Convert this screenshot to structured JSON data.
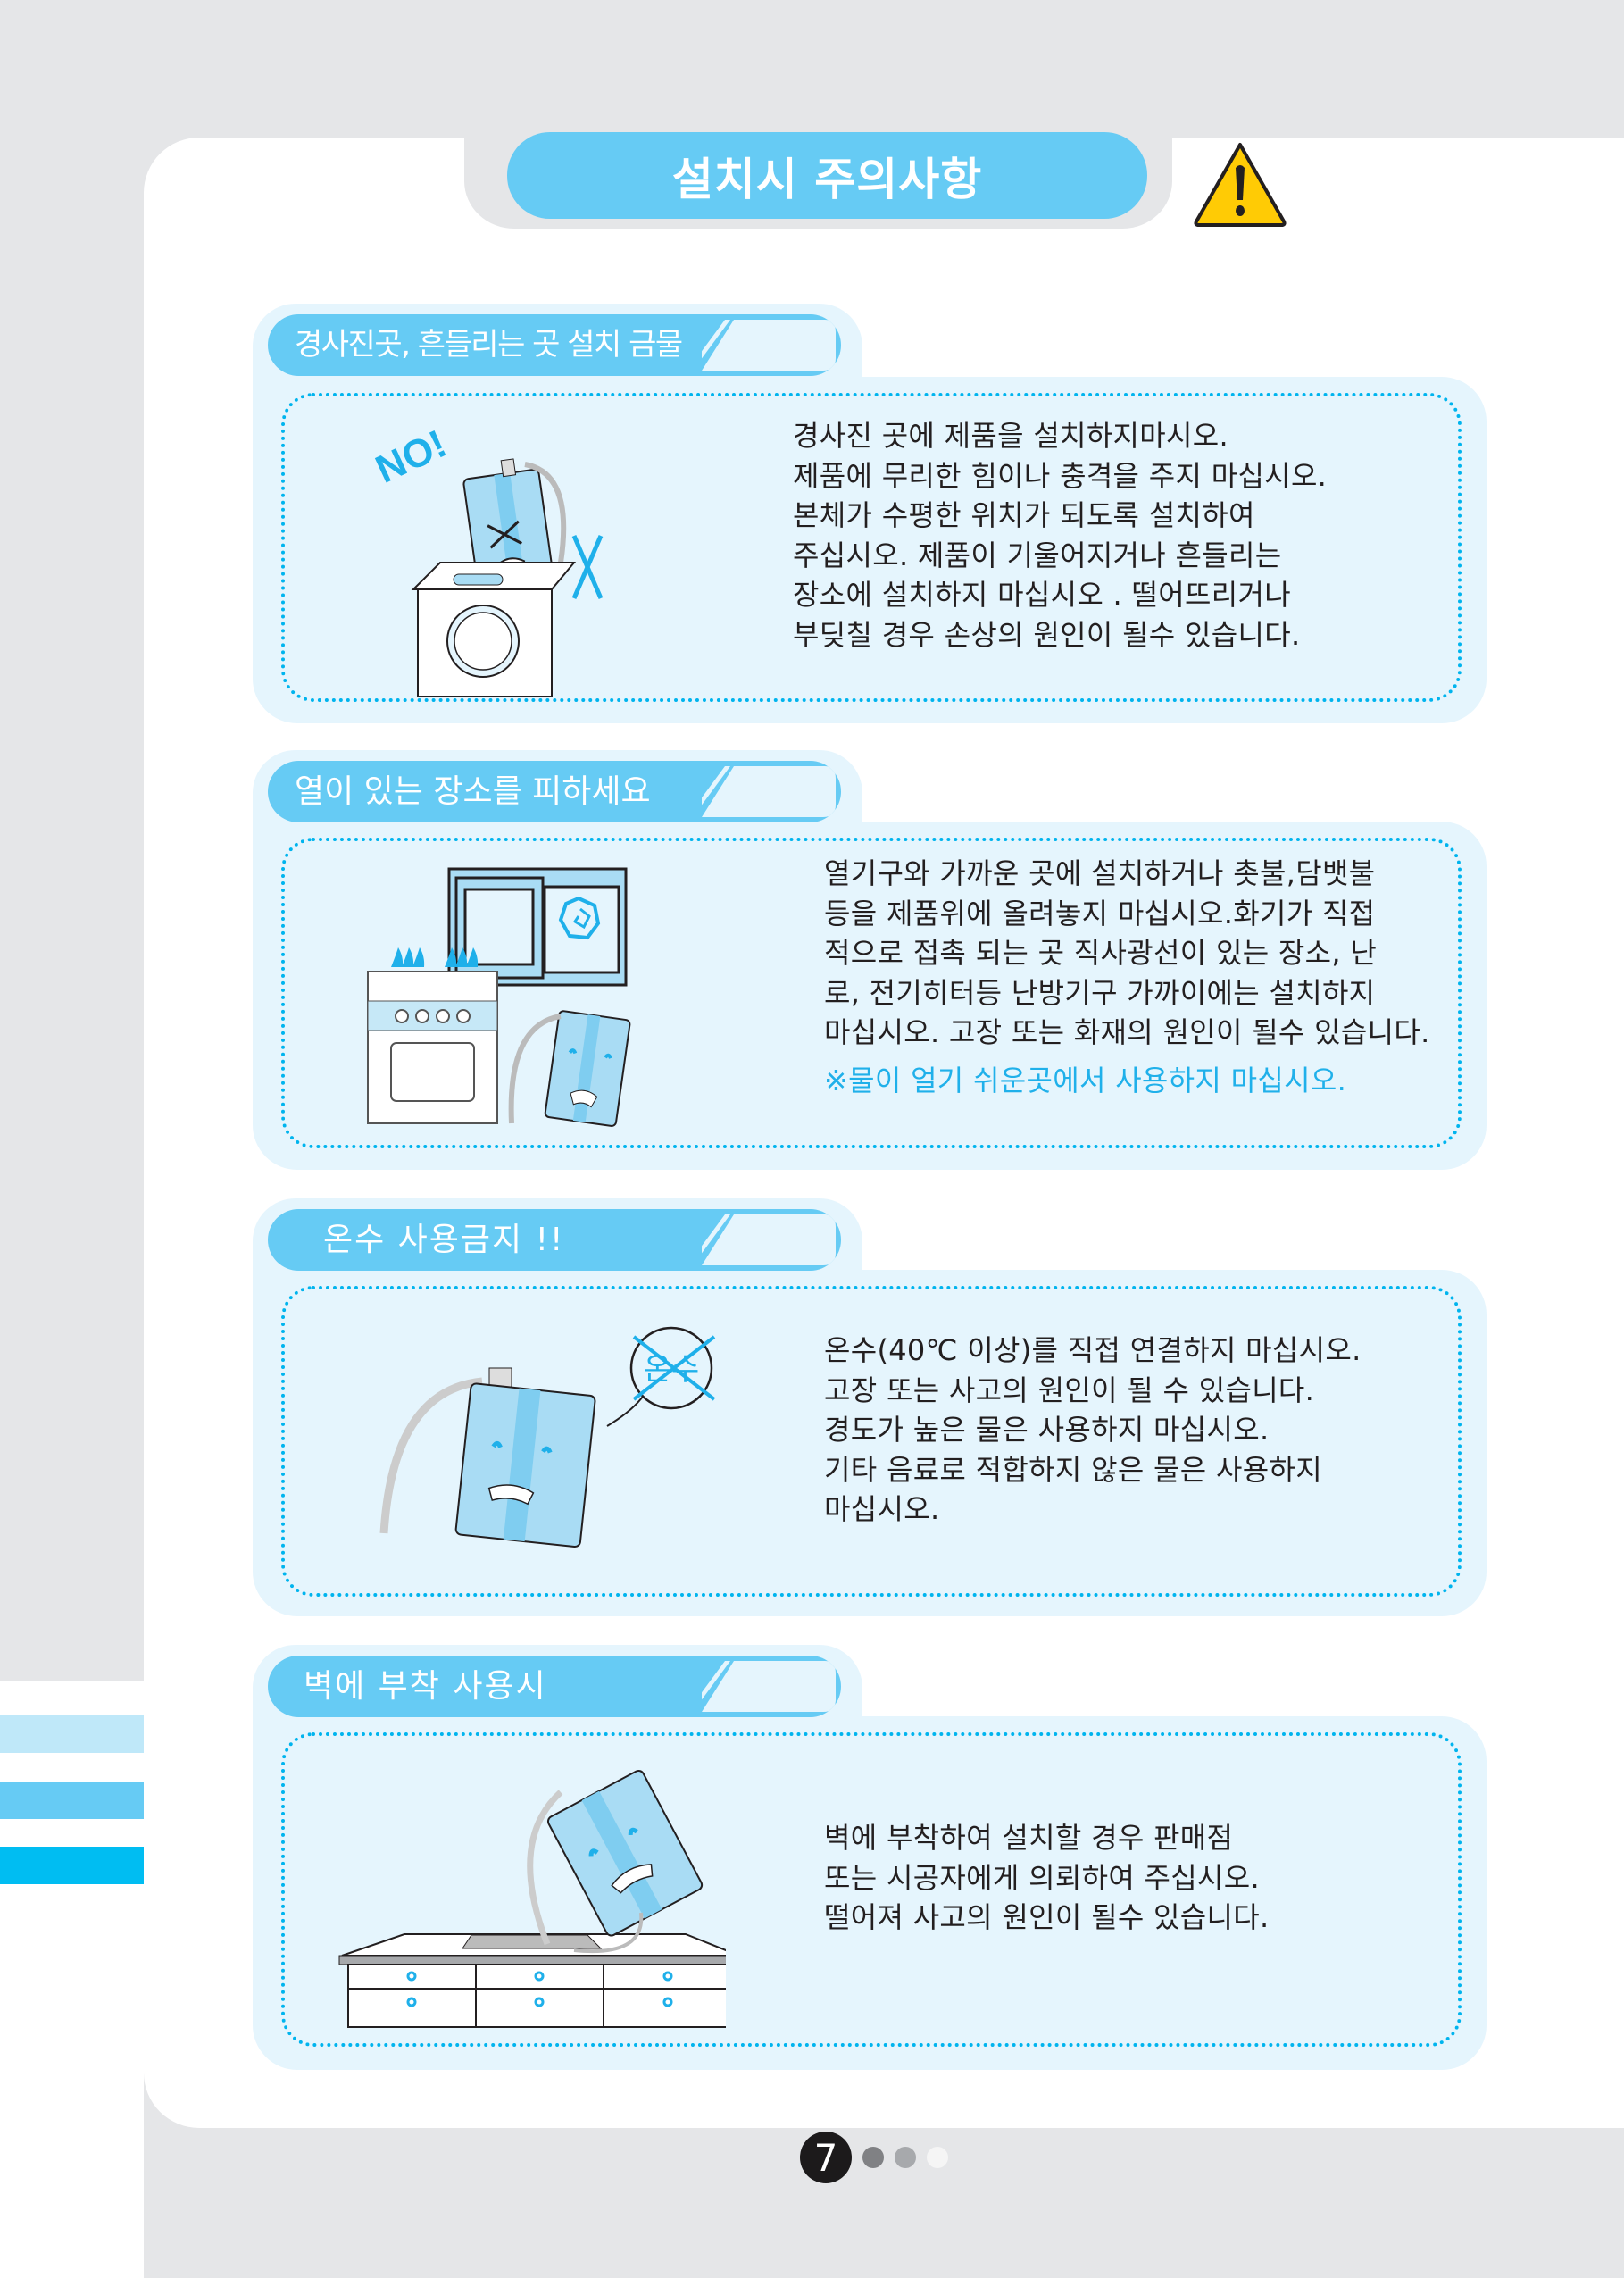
{
  "page": {
    "title": "설치시 주의사항",
    "page_number": "7",
    "pager_dots": [
      "#808184",
      "#a7a9ac",
      "#f5f5f5"
    ],
    "colors": {
      "accent": "#66cbf4",
      "card_bg": "#e5f5fd",
      "dotted_border": "#00b4ee",
      "note": "#1fb0ea",
      "warning_yellow": "#ffcb05",
      "side_strips": [
        "#bfe8f9",
        "#66cbf4",
        "#00bdf2"
      ]
    }
  },
  "icons": {
    "warning": "warning-triangle-icon"
  },
  "sections": [
    {
      "heading": "경사진곳, 흔들리는 곳 설치 금물",
      "illustration": "tilted-purifier-on-washing-machine",
      "illustration_label": "NO!",
      "body": "경사진 곳에 제품을 설치하지마시오.\n제품에 무리한 힘이나 충격을 주지 마십시오.\n본체가 수평한 위치가 되도록 설치하여\n주십시오. 제품이 기울어지거나 흔들리는\n장소에 설치하지 마십시오 . 떨어뜨리거나\n부딪칠 경우 손상의 원인이 될수 있습니다.",
      "note": ""
    },
    {
      "heading": "열이 있는 장소를 피하세요",
      "illustration": "purifier-near-stove-and-sunny-window",
      "body": "열기구와 가까운 곳에 설치하거나 촛불,담뱃불\n등을 제품위에 올려놓지 마십시오.화기가 직접\n적으로 접촉 되는 곳 직사광선이 있는 장소, 난\n로, 전기히터등 난방기구 가까이에는 설치하지\n마십시오. 고장 또는 화재의 원인이 될수 있습니다.",
      "note": "※물이 얼기 쉬운곳에서 사용하지 마십시오."
    },
    {
      "heading": "온수 사용금지 !!",
      "illustration": "purifier-holding-crossed-hot-water-sign",
      "illustration_label": "온수",
      "body": "온수(40℃ 이상)를 직접 연결하지 마십시오.\n고장 또는 사고의 원인이 될 수 있습니다.\n경도가 높은 물은 사용하지 마십시오.\n기타 음료로 적합하지 않은 물은 사용하지\n마십시오.",
      "note": ""
    },
    {
      "heading": "벽에 부착 사용시",
      "illustration": "purifier-falling-over-kitchen-sink",
      "body": "벽에 부착하여 설치할 경우 판매점\n또는 시공자에게 의뢰하여 주십시오.\n떨어져 사고의 원인이 될수 있습니다.",
      "note": ""
    }
  ]
}
